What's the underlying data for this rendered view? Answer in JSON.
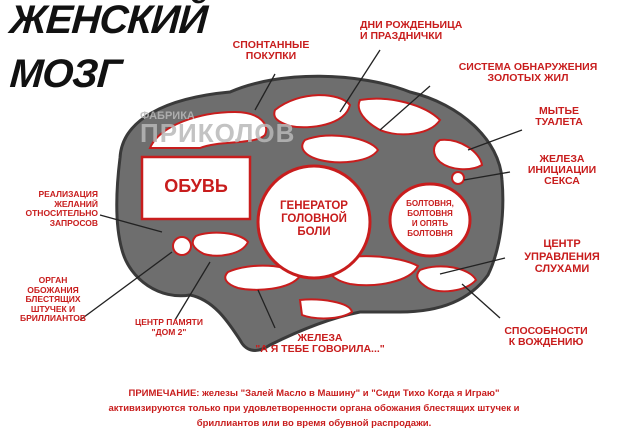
{
  "title": {
    "line1": "ЖЕНСКИЙ",
    "line2": "МОЗГ"
  },
  "watermark": {
    "top": "ФАБРИКА",
    "main": "ПРИКОЛОВ"
  },
  "regions": {
    "shoes": "ОБУВЬ",
    "headache": "ГЕНЕРАТОР\nГОЛОВНОЙ\nБОЛИ",
    "chatter": "БОЛТОВНЯ,\nБОЛТОВНЯ\nИ ОПЯТЬ\nБОЛТОВНЯ"
  },
  "labels": {
    "spontaneous": "СПОНТАННЫЕ\nПОКУПКИ",
    "birthdays": "ДНИ РОЖДЕНЬИЦА\nИ ПРАЗДНИЧКИ",
    "gold": "СИСТЕМА ОБНАРУЖЕНИЯ\nЗОЛОТЫХ ЖИЛ",
    "wash": "МЫТЬЕ\nТУАЛЕТА",
    "sex": "ЖЕЛЕЗА\nИНИЦИАЦИИ\nСЕКСА",
    "rumors": "ЦЕНТР\nУПРАВЛЕНИЯ\nСЛУХАМИ",
    "driving": "СПОСОБНОСТИ\nК ВОЖДЕНИЮ",
    "told_you": "ЖЕЛЕЗА\n\"А Я ТЕБЕ ГОВОРИЛА...\"",
    "dom2": "ЦЕНТР ПАМЯТИ\n\"ДОМ 2\"",
    "jewels": "ОРГАН\nОБОЖАНИЯ\nБЛЕСТЯЩИХ\nШТУЧЕК И\nБРИЛЛИАНТОВ",
    "wishes": "РЕАЛИЗАЦИЯ\nЖЕЛАНИЙ\nОТНОСИТЕЛЬНО\nЗАПРОСОВ"
  },
  "note": {
    "line1": "ПРИМЕЧАНИЕ: железы \"Залей Масло в Машину\" и \"Сиди Тихо Когда я Играю\"",
    "line2": "активизируются только при удовлетворенности органа обожания блестящих штучек и",
    "line3": "бриллиантов или во время обувной распродажи."
  },
  "colors": {
    "label_red": "#c81d1d",
    "brain_fill": "#6b6b6b",
    "region_outline": "#c81d1d",
    "title": "#111111"
  }
}
